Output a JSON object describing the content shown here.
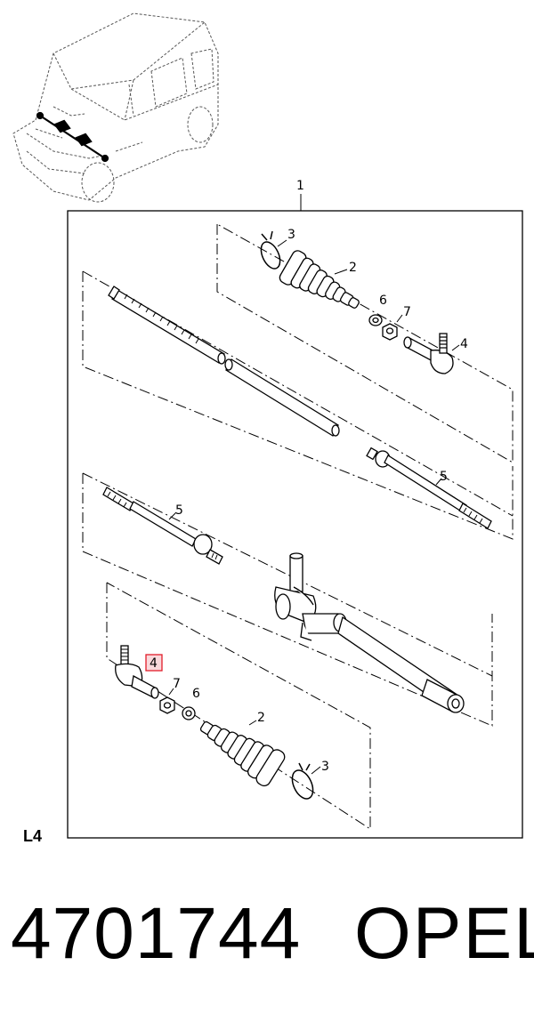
{
  "diagram": {
    "assembly_label": "1",
    "section_code": "L4",
    "highlight_color": "#e11d2a",
    "highlight_fill": "#f9d9dc",
    "upper": {
      "label_boot_clip": "3",
      "label_boot": "2",
      "label_washer": "6",
      "label_nut": "7",
      "label_tie_rod_end": "4",
      "label_inner_tie_rod": "5"
    },
    "lower": {
      "label_inner_tie_rod": "5",
      "label_tie_rod_end_highlighted": "4",
      "label_nut": "7",
      "label_washer": "6",
      "label_boot": "2",
      "label_boot_clip": "3"
    }
  },
  "footer": {
    "part_number": "4701744",
    "brand": "OPEL"
  }
}
